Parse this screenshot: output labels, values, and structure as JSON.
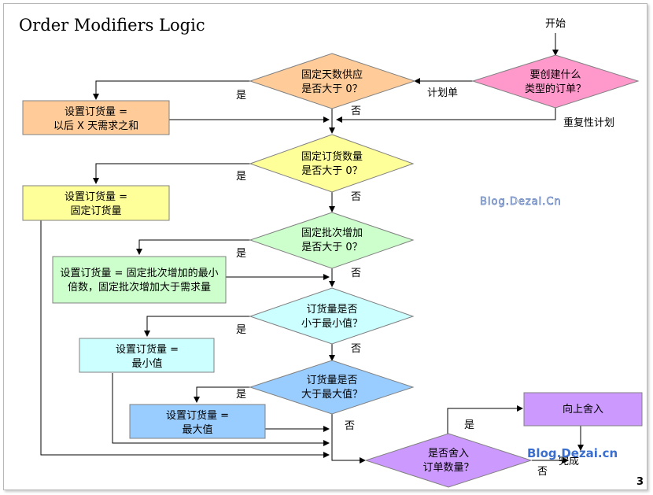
{
  "title": "Order Modifiers Logic",
  "start_label": "开始",
  "decision_type": {
    "line1": "要创建什么",
    "line2": "类型的订单？"
  },
  "edge_plan_order": "计划单",
  "edge_repetitive": "重复性计划",
  "decision_fixed_days": {
    "line1": "固定天数供应",
    "line2": "是否大于 0？"
  },
  "box_fixed_days": {
    "line1": "设置订货量 =",
    "line2": "以后 X 天需求之和"
  },
  "decision_fixed_qty": {
    "line1": "固定订货数量",
    "line2": "是否大于 0？"
  },
  "box_fixed_qty": {
    "line1": "设置订货量 =",
    "line2": "固定订货量"
  },
  "decision_fixed_lot": {
    "line1": "固定批次增加",
    "line2": "是否大于 0？"
  },
  "box_fixed_lot": {
    "line1": "设置订货量 = 固定批次增加的最小",
    "line2": "倍数，固定批次增加大于需求量"
  },
  "decision_min": {
    "line1": "订货量是否",
    "line2": "小于最小值？"
  },
  "box_min": {
    "line1": "设置订货量 =",
    "line2": "最小值"
  },
  "decision_max": {
    "line1": "订货量是否",
    "line2": "大于最大值？"
  },
  "box_max": {
    "line1": "设置订货量 =",
    "line2": "最大值"
  },
  "decision_round": {
    "line1": "是否舍入",
    "line2": "订单数量？"
  },
  "box_round_up": {
    "line1": "向上舍入"
  },
  "end_label": "完成",
  "yes_label": "是",
  "no_label": "否",
  "watermark_1": "Blog.Dezai.Cn",
  "watermark_2": "Blog.Dezai.cn",
  "page_number": "3",
  "colors": {
    "decision_type": "#ff99cc",
    "fixed_days": "#ffcc99",
    "fixed_qty": "#ffff99",
    "fixed_lot": "#ccffcc",
    "min": "#ccffff",
    "max": "#99ccff",
    "round": "#cc99ff",
    "line": "#000000"
  }
}
